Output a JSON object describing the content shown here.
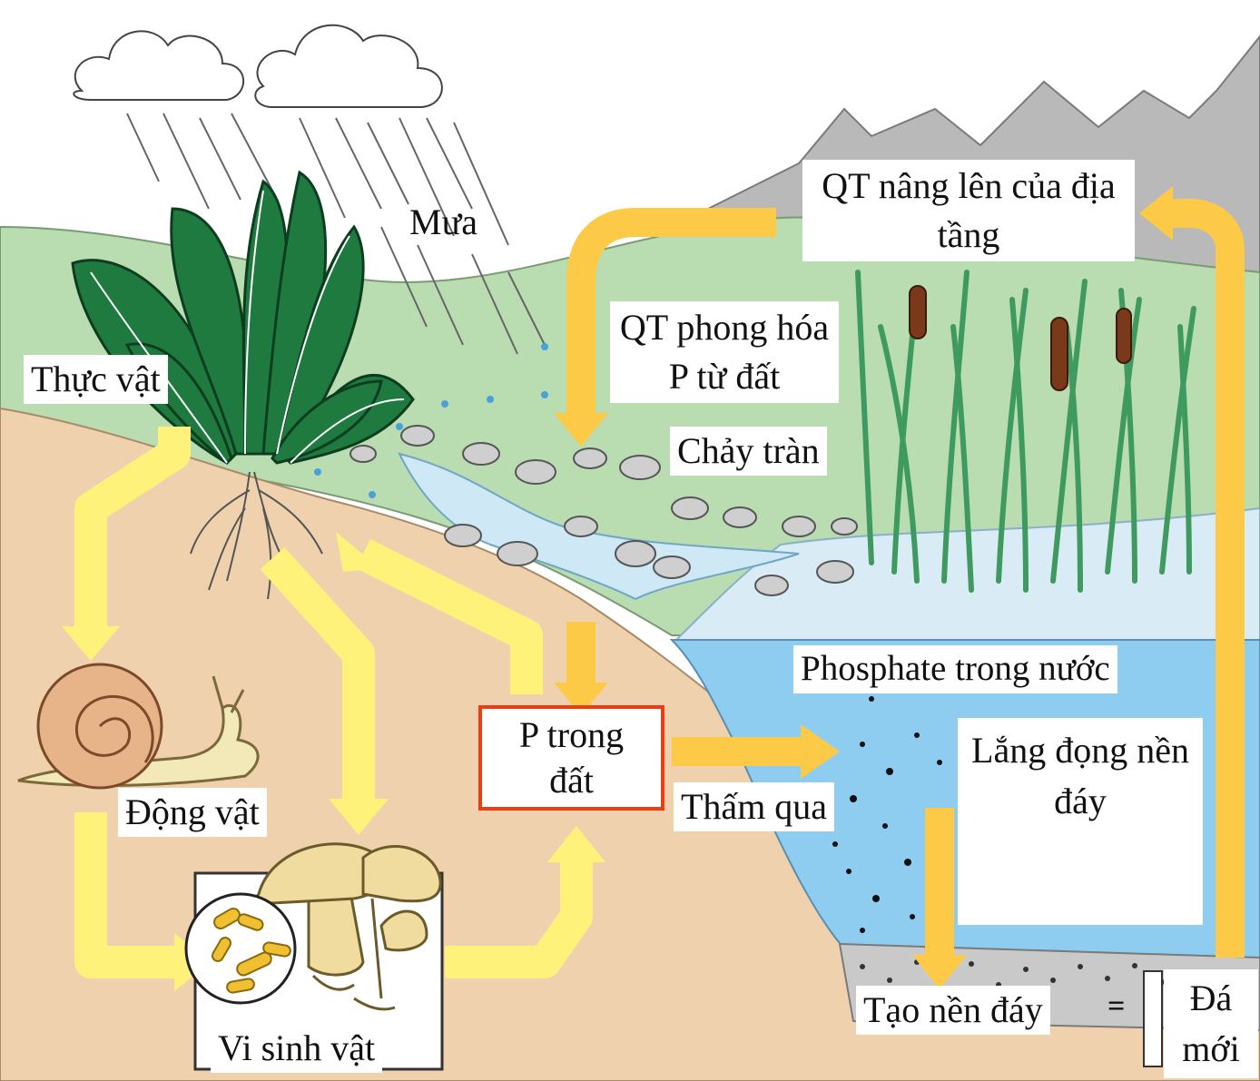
{
  "labels": {
    "mua": "Mưa",
    "thuc_vat": "Thực vật",
    "qt_nang": "QT nâng lên của địa tầng",
    "qt_phong_hoa": "QT phong hóa P từ đất",
    "chay_tran": "Chảy tràn",
    "phosphate": "Phosphate trong nước",
    "p_trong_dat": "P trong đất",
    "lang_dong": "Lắng đọng nền đáy",
    "tham_qua": "Thấm qua",
    "dong_vat": "Động vật",
    "tao_nen_day": "Tạo nền đáy",
    "equals": "=",
    "da_moi": "Đá mới",
    "vi_sinh_vat": "Vi sinh vật"
  },
  "colors": {
    "sky": "#ffffff",
    "mountain": "#b9b9b9",
    "hill": "#b9dcb0",
    "soil": "#efd2ad",
    "water": "#8fcdf0",
    "sediment": "#c9c9c9",
    "biotic_arrow": "#fff27a",
    "process_arrow": "#fdca47",
    "highlight_border": "#ef3b12",
    "leaf": "#1f7a3f",
    "reed": "#3f9a5f",
    "cattail": "#7a3a1a"
  },
  "icons": [
    "cloud-icon",
    "rain-icon",
    "plant-icon",
    "snail-icon",
    "mushroom-icon",
    "bacteria-icon",
    "reed-icon",
    "rock-icon",
    "stream-icon"
  ]
}
